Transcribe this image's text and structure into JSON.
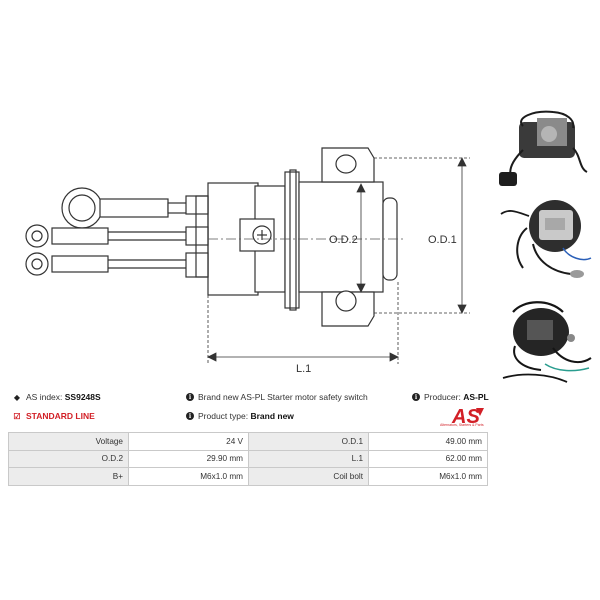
{
  "drawing": {
    "dim_od2": "O.D.2",
    "dim_od1": "O.D.1",
    "dim_l1": "L.1"
  },
  "photos": [
    "solenoid-photo-1",
    "solenoid-photo-2",
    "solenoid-photo-3"
  ],
  "info": {
    "index_label": "AS index:",
    "index_value": "SS9248S",
    "description": "Brand new AS-PL Starter motor safety switch",
    "producer_label": "Producer:",
    "producer_value": "AS-PL",
    "line": "STANDARD LINE",
    "ptype_label": "Product type:",
    "ptype_value": "Brand new"
  },
  "logo": {
    "text": "AS",
    "tagline": "Alternators, Starters & Parts",
    "color": "#d21f26"
  },
  "specs": [
    [
      "Voltage",
      "24 V",
      "O.D.1",
      "49.00 mm"
    ],
    [
      "O.D.2",
      "29.90 mm",
      "L.1",
      "62.00 mm"
    ],
    [
      "B+",
      "M6x1.0 mm",
      "Coil bolt",
      "M6x1.0 mm"
    ]
  ]
}
